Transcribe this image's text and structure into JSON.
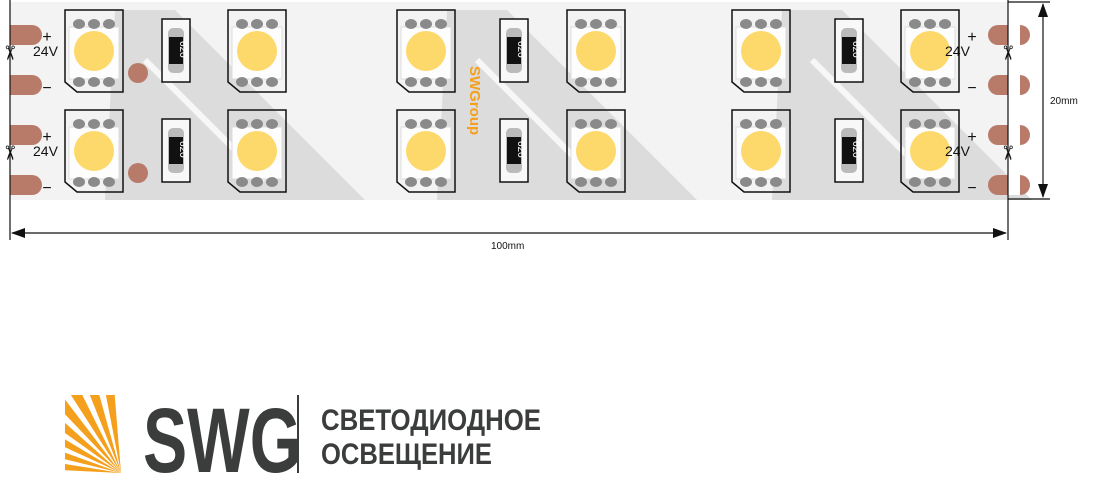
{
  "strip": {
    "plus_label": "+",
    "voltage_label": "24V",
    "minus_label": "−",
    "resistor_code": "620",
    "brand_mark": "SWGroup",
    "width_dimension": "20mm",
    "length_dimension": "100mm"
  },
  "logo": {
    "mark": "SWG",
    "line1": "СВЕТОДИОДНОЕ",
    "line2": "ОСВЕЩЕНИЕ"
  },
  "colors": {
    "led_yellow": "#fdd86a",
    "pad_copper": "#b87b6a",
    "brand_orange": "#f5a01d",
    "logo_gray": "#3b3d3c",
    "strip_bg": "#f3f3f3",
    "strip_shadow": "#dcdcdc"
  }
}
